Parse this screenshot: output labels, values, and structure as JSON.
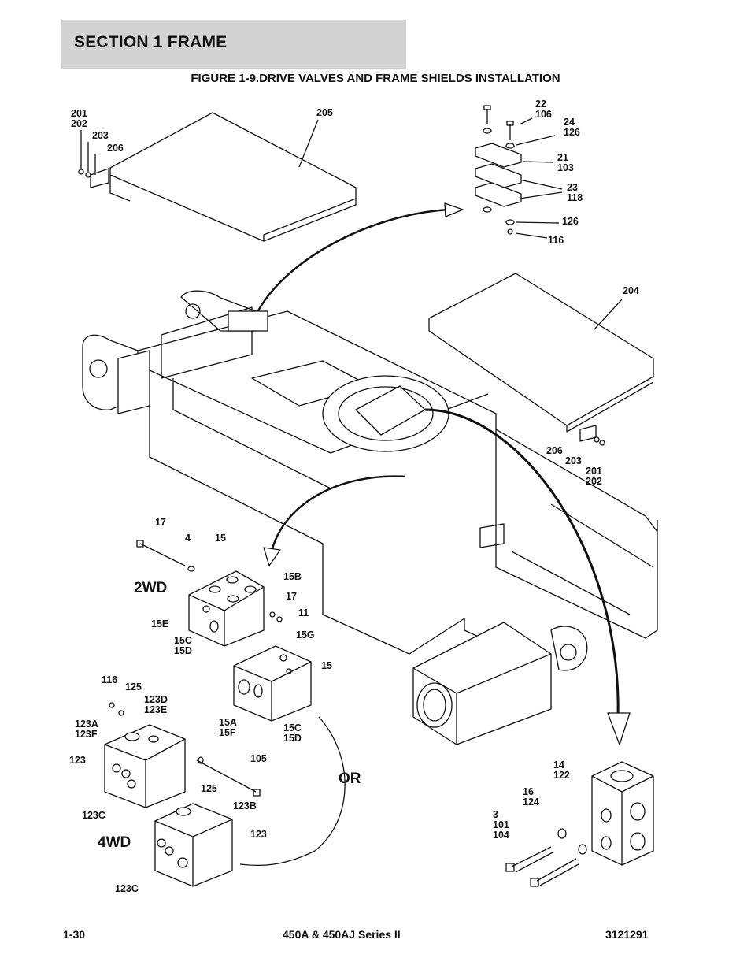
{
  "header": {
    "section_title": "SECTION 1  FRAME"
  },
  "figure": {
    "title": "FIGURE 1-9.DRIVE VALVES AND FRAME SHIELDS INSTALLATION"
  },
  "diagram_labels": {
    "c201_202_top": "201\n202",
    "c203_top": "203",
    "c206_top": "206",
    "c205": "205",
    "c22_106": "22\n106",
    "c24_126": "24\n126",
    "c21_103": "21\n103",
    "c23_118": "23\n118",
    "c126": "126",
    "c116_top": "116",
    "c204": "204",
    "c206_right": "206",
    "c203_right": "203",
    "c201_202_right": "201\n202",
    "c17_top": "17",
    "c4": "4",
    "c15_top": "15",
    "c15B": "15B",
    "c17_mid": "17",
    "c11": "11",
    "c15E": "15E",
    "c15C_15D_left": "15C\n15D",
    "c15G": "15G",
    "c15_mid": "15",
    "c15A_15F": "15A\n15F",
    "c15C_15D_right": "15C\n15D",
    "c116_left": "116",
    "c125_top": "125",
    "c123D_123E": "123D\n123E",
    "c123A_123F": "123A\n123F",
    "c123_top": "123",
    "c105": "105",
    "c125_mid": "125",
    "c123C_top": "123C",
    "c123B": "123B",
    "c123_bottom": "123",
    "c123C_bottom": "123C",
    "c14_122": "14\n122",
    "c16_124": "16\n124",
    "c3_101_104": "3\n101\n104"
  },
  "variant_labels": {
    "two_wd": "2WD",
    "or": "OR",
    "four_wd": "4WD"
  },
  "footer": {
    "page_number": "1-30",
    "model": "450A & 450AJ Series II",
    "doc_number": "3121291"
  }
}
